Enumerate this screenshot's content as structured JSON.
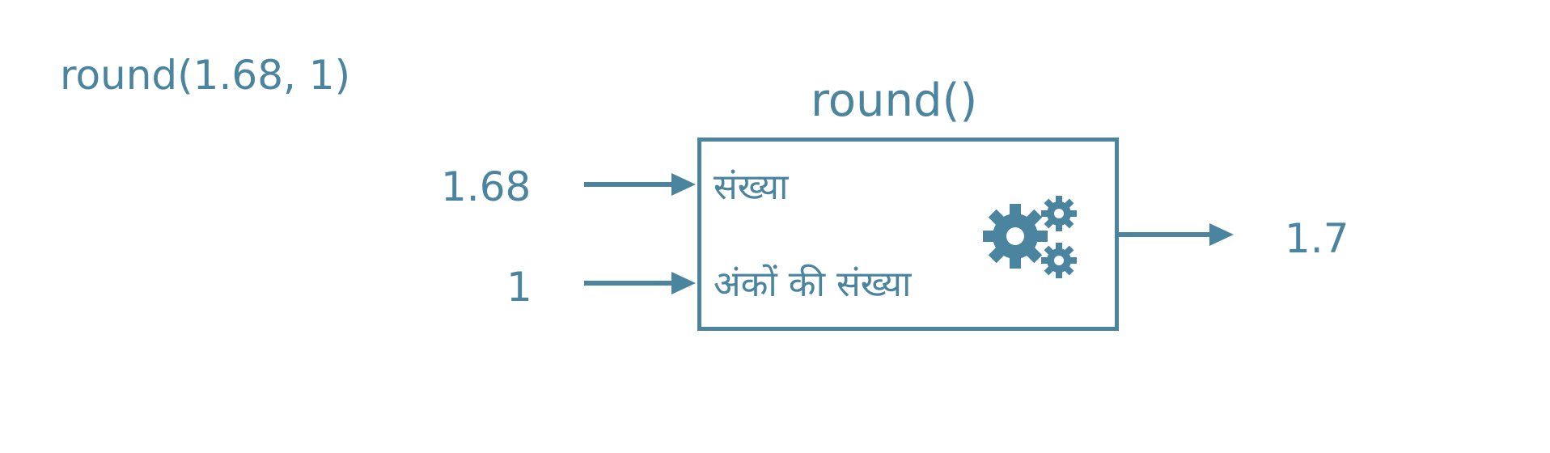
{
  "diagram": {
    "expression": "round(1.68, 1)",
    "function_title": "round()",
    "inputs": [
      {
        "value": "1.68",
        "param_label": "संख्या"
      },
      {
        "value": "1",
        "param_label": "अंकों की संख्या"
      }
    ],
    "output": {
      "value": "1.7"
    },
    "icons": {
      "gears": "gears-icon"
    },
    "colors": {
      "accent": "#4a849f",
      "background": "#ffffff"
    }
  }
}
